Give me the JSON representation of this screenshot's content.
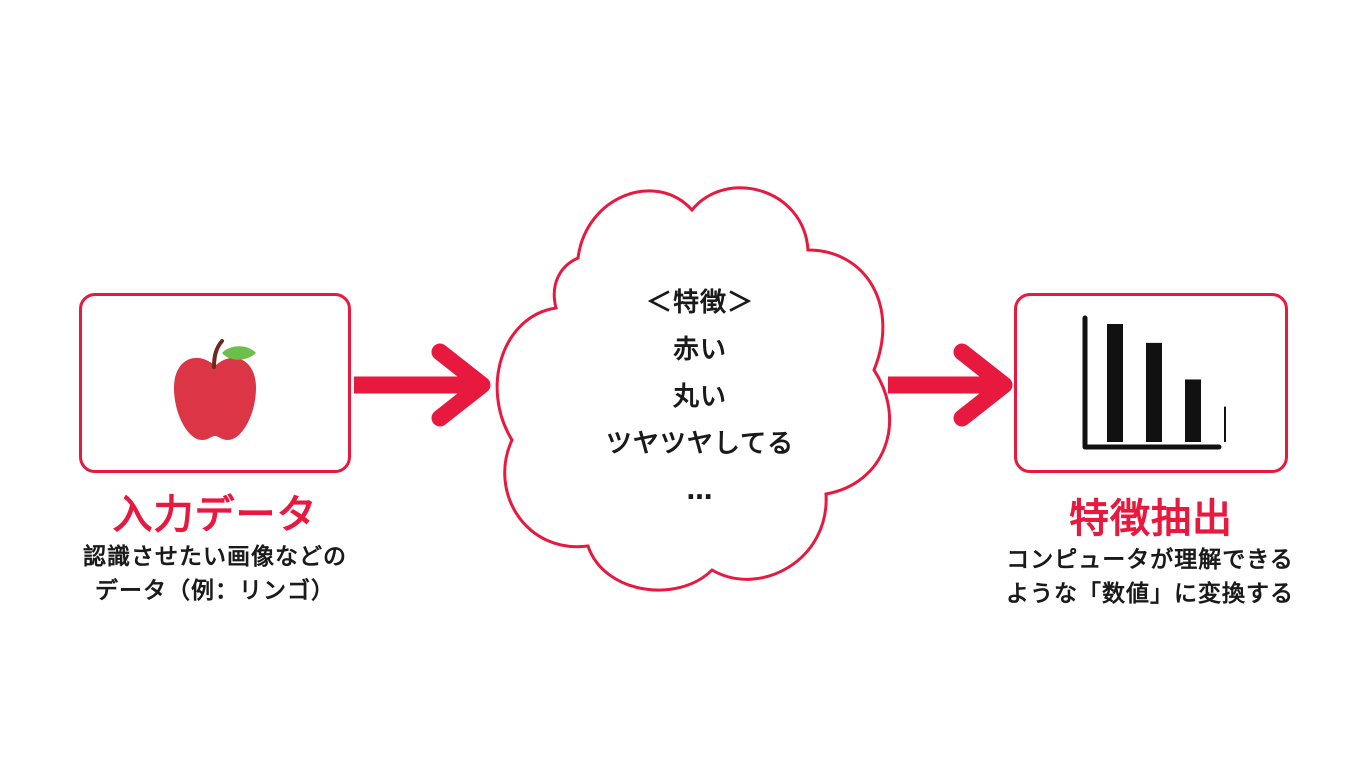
{
  "colors": {
    "accent": "#e8193f",
    "text": "#1a1a1a",
    "apple": "#dc3545",
    "leaf": "#6cc04a",
    "stem": "#6b2a1a",
    "chart": "#111111"
  },
  "input": {
    "title": "入力データ",
    "desc_line1": "認識させたい画像などの",
    "desc_line2": "データ（例：リンゴ）",
    "icon": "apple-icon"
  },
  "features": {
    "heading": "＜特徴＞",
    "items": [
      "赤い",
      "丸い",
      "ツヤツヤしてる",
      "…"
    ]
  },
  "output": {
    "title": "特徴抽出",
    "desc_line1": "コンピュータが理解できる",
    "desc_line2": "ような「数値」に変換する",
    "icon": "bar-chart-icon",
    "bars": [
      1.0,
      0.84,
      0.53,
      0.3
    ]
  }
}
